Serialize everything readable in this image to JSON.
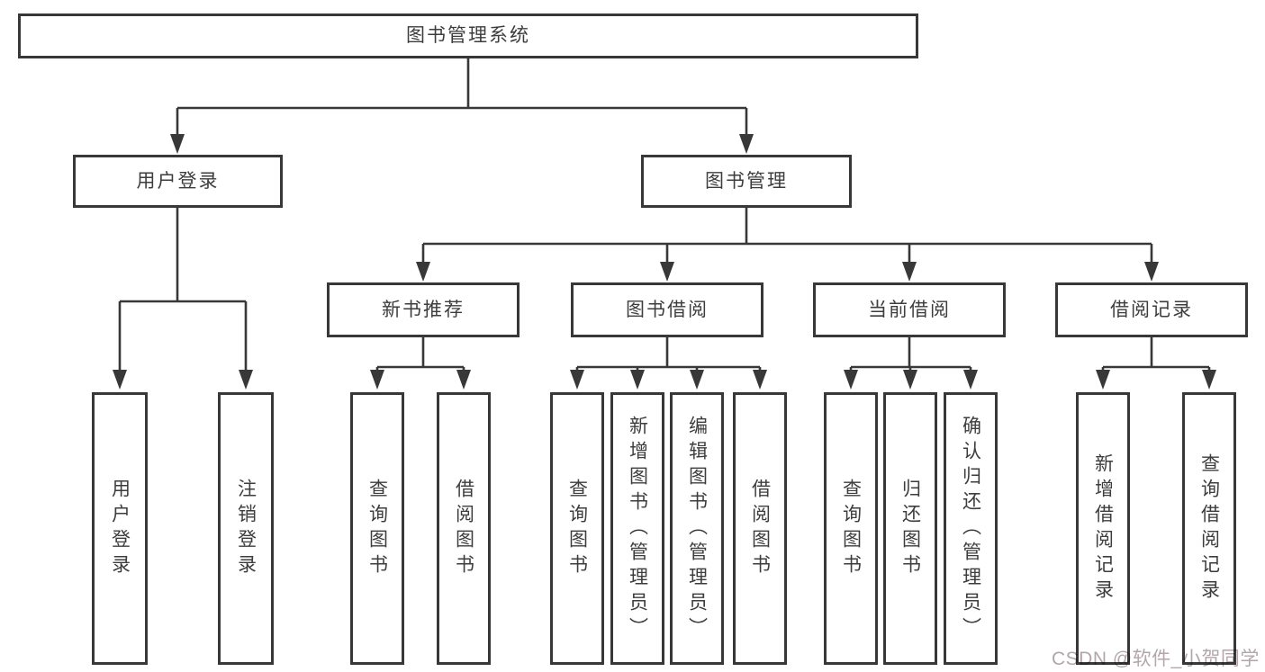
{
  "tree": {
    "label": "图书管理系统",
    "children": [
      {
        "label": "用户登录",
        "children": [
          {
            "label": "用户登录"
          },
          {
            "label": "注销登录"
          }
        ]
      },
      {
        "label": "图书管理",
        "children": [
          {
            "label": "新书推荐",
            "children": [
              {
                "label": "查询图书"
              },
              {
                "label": "借阅图书"
              }
            ]
          },
          {
            "label": "图书借阅",
            "children": [
              {
                "label": "查询图书"
              },
              {
                "label": "新增图书（管理员）"
              },
              {
                "label": "编辑图书（管理员）"
              },
              {
                "label": "借阅图书"
              }
            ]
          },
          {
            "label": "当前借阅",
            "children": [
              {
                "label": "查询图书"
              },
              {
                "label": "归还图书"
              },
              {
                "label": "确认归还（管理员）"
              }
            ]
          },
          {
            "label": "借阅记录",
            "children": [
              {
                "label": "新增借阅记录"
              },
              {
                "label": "查询借阅记录"
              }
            ]
          }
        ]
      }
    ]
  },
  "watermark": {
    "text": "CSDN @软件_小贺同学"
  },
  "colors": {
    "line": "#383838",
    "text": "#3d3d3d",
    "background": "#ffffff",
    "watermark": "#b3a6aa"
  }
}
